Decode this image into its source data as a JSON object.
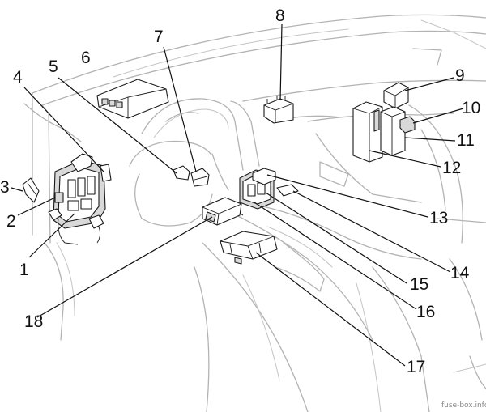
{
  "callouts": [
    {
      "id": "1",
      "label": "1"
    },
    {
      "id": "2",
      "label": "2"
    },
    {
      "id": "3",
      "label": "3"
    },
    {
      "id": "4",
      "label": "4"
    },
    {
      "id": "5",
      "label": "5"
    },
    {
      "id": "6",
      "label": "6"
    },
    {
      "id": "7",
      "label": "7"
    },
    {
      "id": "8",
      "label": "8"
    },
    {
      "id": "9",
      "label": "9"
    },
    {
      "id": "10",
      "label": "10"
    },
    {
      "id": "11",
      "label": "11"
    },
    {
      "id": "12",
      "label": "12"
    },
    {
      "id": "13",
      "label": "13"
    },
    {
      "id": "14",
      "label": "14"
    },
    {
      "id": "15",
      "label": "15"
    },
    {
      "id": "16",
      "label": "16"
    },
    {
      "id": "17",
      "label": "17"
    },
    {
      "id": "18",
      "label": "18"
    }
  ],
  "watermark": "fuse-box.info",
  "colors": {
    "lines": "#111111",
    "outline": "#b3b3b3",
    "background": "#ffffff"
  }
}
